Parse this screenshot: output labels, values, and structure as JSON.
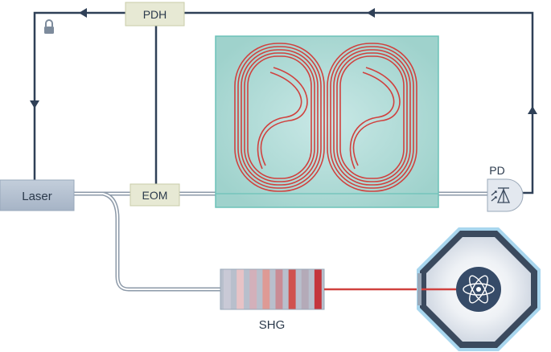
{
  "labels": {
    "pdh": "PDH",
    "laser": "Laser",
    "eom": "EOM",
    "pd": "PD",
    "shg": "SHG"
  },
  "icons": {
    "lock": "padlock-icon",
    "photodiode": "photodiode-symbol-icon",
    "atom": "atom-icon"
  },
  "colors": {
    "feedback_line": "#2f4057",
    "chip_fill": "#a8d8d3",
    "chip_border": "#6cc2b8",
    "resonator": "#d0413e",
    "box_fill": "#e7e9d4",
    "box_border": "#c9cca8",
    "laser_fill": "#b3c0d0",
    "chamber_outer": "#3b4a5e",
    "chamber_glow": "#9fd4ee",
    "atom_fill": "#364b68"
  },
  "shg_stripes": [
    "#c9c9d6",
    "#e7c3c6",
    "#d3b0ba",
    "#de9a95",
    "#c98c95",
    "#d0524e",
    "#b4aab8",
    "#c4363d"
  ]
}
